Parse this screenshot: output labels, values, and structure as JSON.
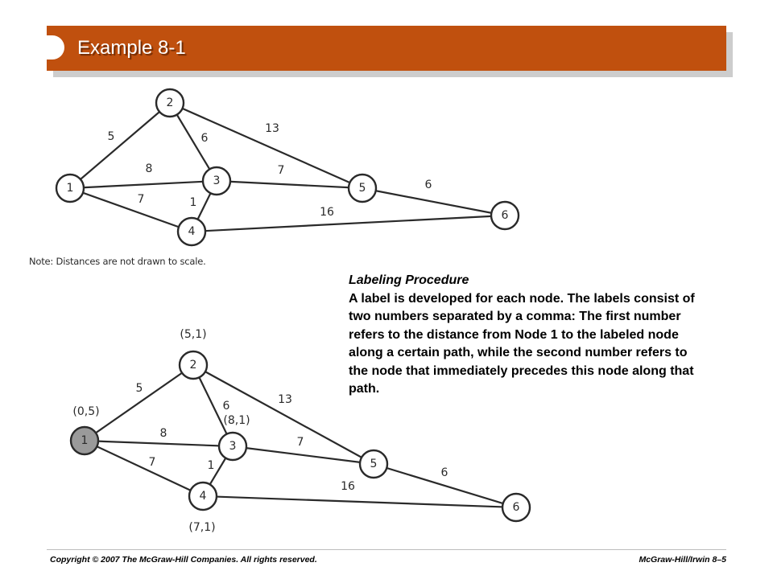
{
  "slide": {
    "title": "Example 8-1",
    "note": "Note: Distances are not drawn to scale.",
    "procedure_heading": "Labeling Procedure",
    "procedure_text": "A label is developed for each node. The labels consist of two numbers separated by a comma: The first number refers to the distance from Node 1 to the labeled node along a certain path, while the second number refers to the node that immediately precedes this node along that path.",
    "footer_left": "Copyright © 2007 The McGraw-Hill Companies. All rights reserved.",
    "footer_right": "McGraw-Hill/Irwin  8–5",
    "accent_color": "#c0500e"
  },
  "graph": {
    "nodes": [
      "1",
      "2",
      "3",
      "4",
      "5",
      "6"
    ],
    "edges": [
      {
        "from": "1",
        "to": "2",
        "weight": "5"
      },
      {
        "from": "1",
        "to": "3",
        "weight": "8"
      },
      {
        "from": "1",
        "to": "4",
        "weight": "7"
      },
      {
        "from": "2",
        "to": "3",
        "weight": "6"
      },
      {
        "from": "2",
        "to": "5",
        "weight": "13"
      },
      {
        "from": "3",
        "to": "4",
        "weight": "1"
      },
      {
        "from": "3",
        "to": "5",
        "weight": "7"
      },
      {
        "from": "4",
        "to": "6",
        "weight": "16"
      },
      {
        "from": "5",
        "to": "6",
        "weight": "6"
      }
    ],
    "labeled_node": "1",
    "labels": {
      "1": "(0,5)",
      "2": "(5,1)",
      "3": "(8,1)",
      "4": "(7,1)"
    }
  }
}
